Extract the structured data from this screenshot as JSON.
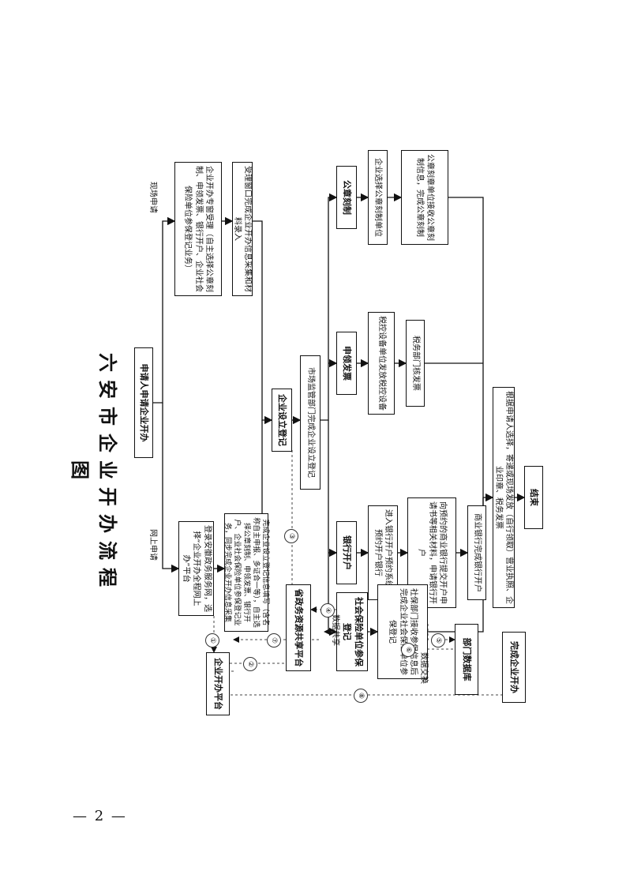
{
  "title": "六安市企业开办流程图",
  "page_number": "— 2 —",
  "nodes": {
    "start": "申请人申请企业开办",
    "onsite_label": "现场申请",
    "online_label": "网上申请",
    "onsite_box": "企业开办专窗受理（自主选择公章刻制、申领发票、银行开户、企业社会保险单位参保登记业务）",
    "onsite_collect": "受理窗口完成企业开办信息采集和材料录入",
    "online_login": "登录安徽政务服务网，选择“企业开办全程网上办”平台",
    "online_fill": "完成企业设立登记信息填写（含名称自主申报、多证合一等），自主选择公章刻制、申领发票、银行开户、企业社会保险单位参保登记业务，同步完成企业开办信息采集",
    "platform": "企业开办平台",
    "register": "企业设立登记",
    "market": "市场监管部门完成企业设立登记",
    "gov_share": "省政务资源共享平台",
    "seal": "公章刻制",
    "seal_choose": "企业选择公章刻制单位",
    "seal_done": "公章刻章单位接收公章刻制信息，完成公章刻制",
    "invoice": "申领发票",
    "invoice_issue": "税控设备单位发放税控设备",
    "invoice_verify": "税务部门核发票",
    "bank": "银行开户",
    "bank_reserve": "进入银行开户预约系统，预约开户银行",
    "bank_submit": "向预约的商业银行提交开户申请书等相关材料，申请银行开户",
    "bank_done": "商业银行完成银行开户",
    "social": "社会保险单位参保登记",
    "social_done": "社保部门接收参保信息后完成企业社会保险单位参保登记",
    "dept_db": "部门数据库",
    "data_share": "数据共享",
    "data_exchange": "数据交换",
    "complete": "完成企业开办",
    "issue": "根据申请人选择，寄递或现场发放（自行领取）营业执照、企业印章、税务发票",
    "end": "结束"
  },
  "step_numbers": [
    "①",
    "②",
    "③",
    "④",
    "⑤",
    "⑥",
    "⑦",
    "⑧"
  ]
}
